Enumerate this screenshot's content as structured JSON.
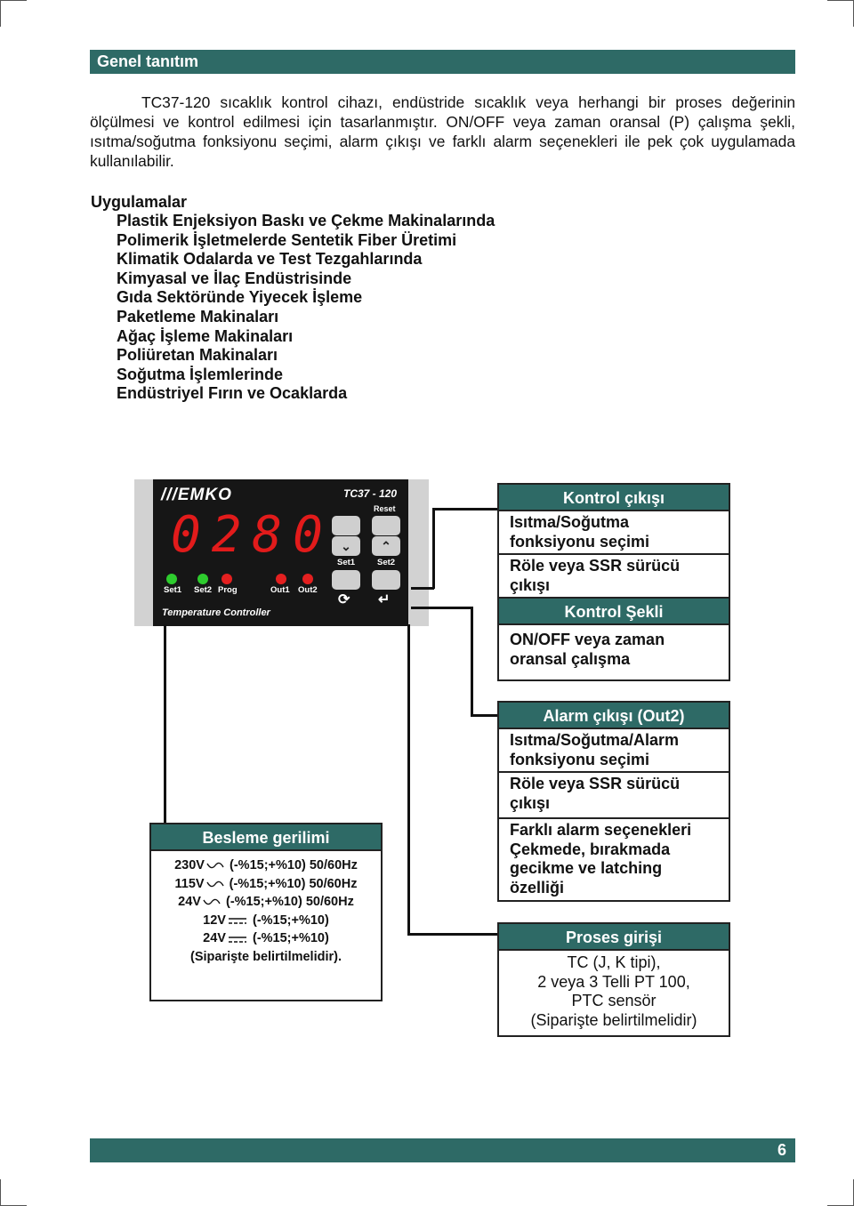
{
  "section_title": "Genel tanıtım",
  "intro_text": "TC37-120 sıcaklık kontrol cihazı, endüstride sıcaklık veya herhangi bir proses değerinin ölçülmesi ve kontrol edilmesi için tasarlanmıştır. ON/OFF veya zaman oransal (P) çalışma şekli, ısıtma/soğutma fonksiyonu seçimi, alarm çıkışı ve farklı alarm seçenekleri ile pek çok uygulamada kullanılabilir.",
  "applications": {
    "title": "Uygulamalar",
    "items": [
      "Plastik Enjeksiyon Baskı ve Çekme Makinalarında",
      "Polimerik İşletmelerde Sentetik Fiber Üretimi",
      "Klimatik Odalarda ve Test Tezgahlarında",
      "Kimyasal ve İlaç Endüstrisinde",
      "Gıda Sektöründe Yiyecek İşleme",
      "Paketleme Makinaları",
      "Ağaç İşleme Makinaları",
      "Poliüretan Makinaları",
      "Soğutma İşlemlerinde",
      "Endüstriyel Fırın ve Ocaklarda"
    ]
  },
  "device": {
    "brand": "EMKO",
    "model": "TC37 - 120",
    "display": "0280",
    "reset_label": "Reset",
    "leds": [
      "Set1",
      "Set2",
      "Prog",
      "Out1",
      "Out2"
    ],
    "button_labels": [
      "Set1",
      "Set2"
    ],
    "caption": "Temperature Controller"
  },
  "control_output": {
    "title": "Kontrol çıkışı",
    "rows": [
      "Isıtma/Soğutma fonksiyonu seçimi",
      "Röle veya SSR sürücü çıkışı"
    ],
    "form_title": "Kontrol Şekli",
    "form_row": "ON/OFF veya zaman oransal çalışma"
  },
  "alarm_output": {
    "title": "Alarm çıkışı (Out2)",
    "rows": [
      "Isıtma/Soğutma/Alarm fonksiyonu seçimi",
      "Röle veya SSR sürücü çıkışı",
      "Farklı alarm seçenekleri Çekmede, bırakmada gecikme ve latching özelliği"
    ]
  },
  "process_input": {
    "title": "Proses girişi",
    "lines": [
      "TC (J, K tipi),",
      "2 veya 3 Telli PT 100,",
      "PTC sensör",
      "(Siparişte belirtilmelidir)"
    ]
  },
  "power_supply": {
    "title": "Besleme gerilimi",
    "lines": [
      {
        "voltage": "230V",
        "symbol": "ac",
        "range": "(-%15;+%10) 50/60Hz"
      },
      {
        "voltage": "115V",
        "symbol": "ac",
        "range": "(-%15;+%10) 50/60Hz"
      },
      {
        "voltage": "24V",
        "symbol": "ac",
        "range": "(-%15;+%10) 50/60Hz"
      },
      {
        "voltage": "12V",
        "symbol": "dc",
        "range": "(-%15;+%10)"
      },
      {
        "voltage": "24V",
        "symbol": "dc",
        "range": "(-%15;+%10)"
      }
    ],
    "note": "(Siparişte belirtilmelidir)."
  },
  "page_number": "6",
  "colors": {
    "accent": "#2e6a66",
    "display_red": "#e21b1b",
    "led_green": "#2ecc2e",
    "led_red": "#e42020"
  }
}
